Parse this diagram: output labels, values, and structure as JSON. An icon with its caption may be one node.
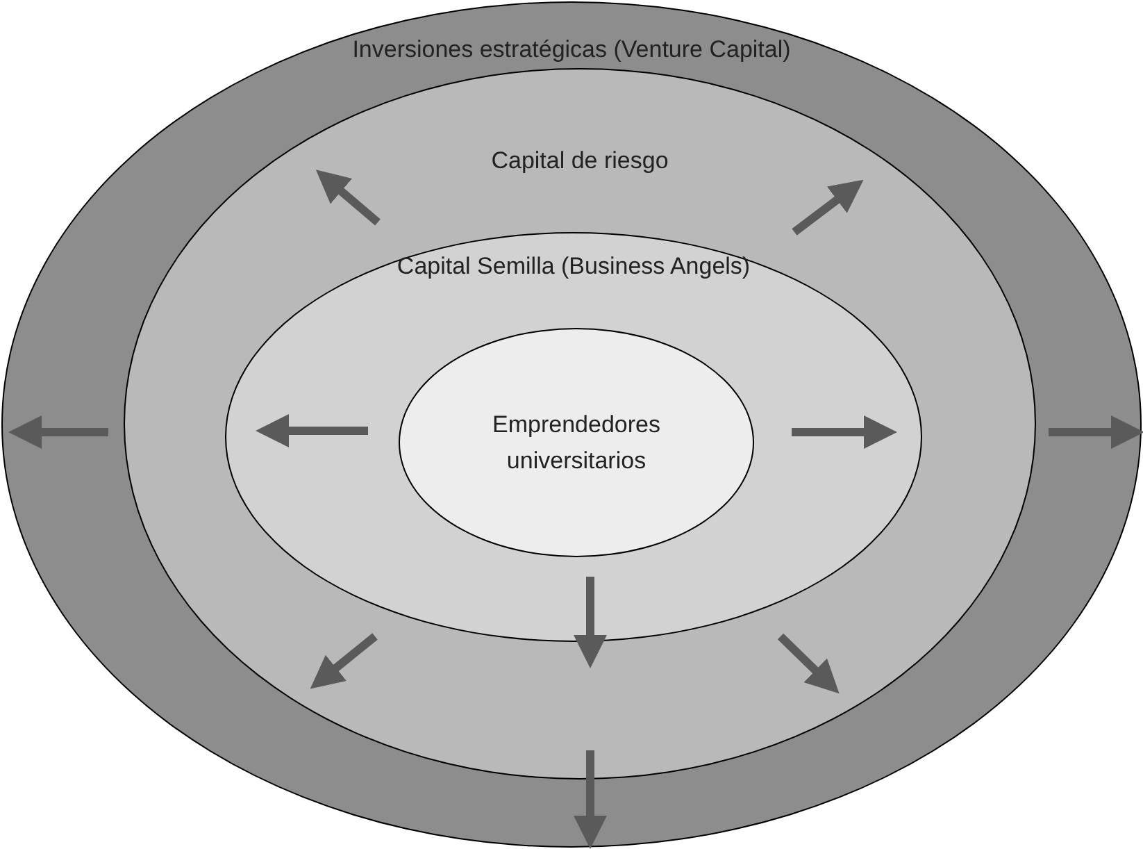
{
  "diagram": {
    "nodes": [
      {
        "text": [
          "Inversiones estratégicas (Venture Capital)"
        ]
      },
      {
        "text": [
          "Capital de riesgo"
        ],
        "in": 0
      },
      {
        "text": [
          "Capital Semilla (Business Angels)"
        ],
        "in": 1
      },
      {
        "text": [
          "Emprendedores universitarios"
        ],
        "in": 2
      }
    ]
  }
}
